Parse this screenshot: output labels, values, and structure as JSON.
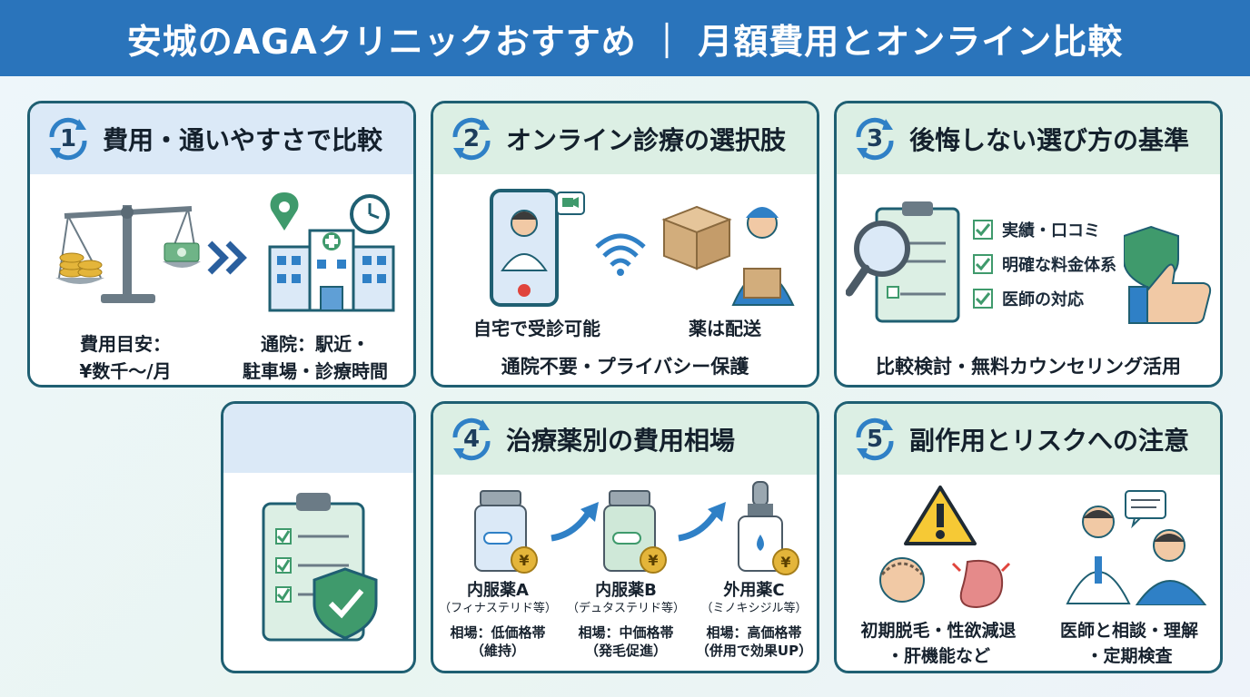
{
  "header": {
    "title": "安城のAGAクリニックおすすめ ｜ 月額費用とオンライン比較"
  },
  "cards": {
    "c1": {
      "number": "1",
      "title": "費用・通いやすさで比較",
      "cost_label_1": "費用目安：",
      "cost_label_2": "¥数千〜/月",
      "access_label_1": "通院：駅近・",
      "access_label_2": "駐車場・診療時間",
      "icons": [
        "balance-scale-icon",
        "coins-icon",
        "banknote-icon",
        "double-chevron-icon",
        "map-pin-icon",
        "clock-icon",
        "hospital-icon"
      ]
    },
    "c2": {
      "number": "2",
      "title": "オンライン診療の選択肢",
      "home_label": "自宅で受診可能",
      "delivery_label": "薬は配送",
      "footer": "通院不要・プライバシー保護",
      "icons": [
        "smartphone-doctor-icon",
        "video-call-icon",
        "wifi-icon",
        "delivery-box-icon",
        "delivery-person-icon"
      ]
    },
    "c3": {
      "number": "3",
      "title": "後悔しない選び方の基準",
      "checklist": [
        "実績・口コミ",
        "明確な料金体系",
        "医師の対応"
      ],
      "footer": "比較検討・無料カウンセリング活用",
      "icons": [
        "clipboard-icon",
        "magnifier-icon",
        "check-icon",
        "shield-icon",
        "thumbs-up-icon"
      ]
    },
    "c4": {
      "number": "4",
      "title": "治療薬別の費用相場",
      "drugs": [
        {
          "name": "内服薬A",
          "sub": "（フィナステリド等）",
          "price_1": "相場：低価格帯",
          "price_2": "（維持）"
        },
        {
          "name": "内服薬B",
          "sub": "（デュタステリド等）",
          "price_1": "相場：中価格帯",
          "price_2": "（発毛促進）"
        },
        {
          "name": "外用薬C",
          "sub": "（ミノキシジル等）",
          "price_1": "相場：高価格帯",
          "price_2": "（併用で効果UP）"
        }
      ],
      "yen_symbol": "¥",
      "icons": [
        "pill-bottle-icon",
        "arrow-up-right-icon",
        "dropper-bottle-icon",
        "yen-coin-icon"
      ]
    },
    "c5": {
      "number": "5",
      "title": "副作用とリスクへの注意",
      "risk_1": "初期脱毛・性欲減退",
      "risk_2": "・肝機能など",
      "consult_1": "医師と相談・理解",
      "consult_2": "・定期検査",
      "icons": [
        "warning-icon",
        "head-hair-icon",
        "stomach-icon",
        "doctor-icon",
        "patient-icon",
        "speech-bubble-icon"
      ]
    },
    "extra": {
      "icons": [
        "clipboard-checklist-icon",
        "shield-check-icon"
      ]
    }
  },
  "colors": {
    "banner": "#2a74bb",
    "card_border": "#1f5f72",
    "head_blue": "#dbe9f7",
    "head_green": "#dcefe4",
    "accent_green": "#3f9a6c",
    "accent_blue": "#2f80c6",
    "warning_yellow": "#f6c935",
    "coin_gold": "#e4b53a"
  }
}
